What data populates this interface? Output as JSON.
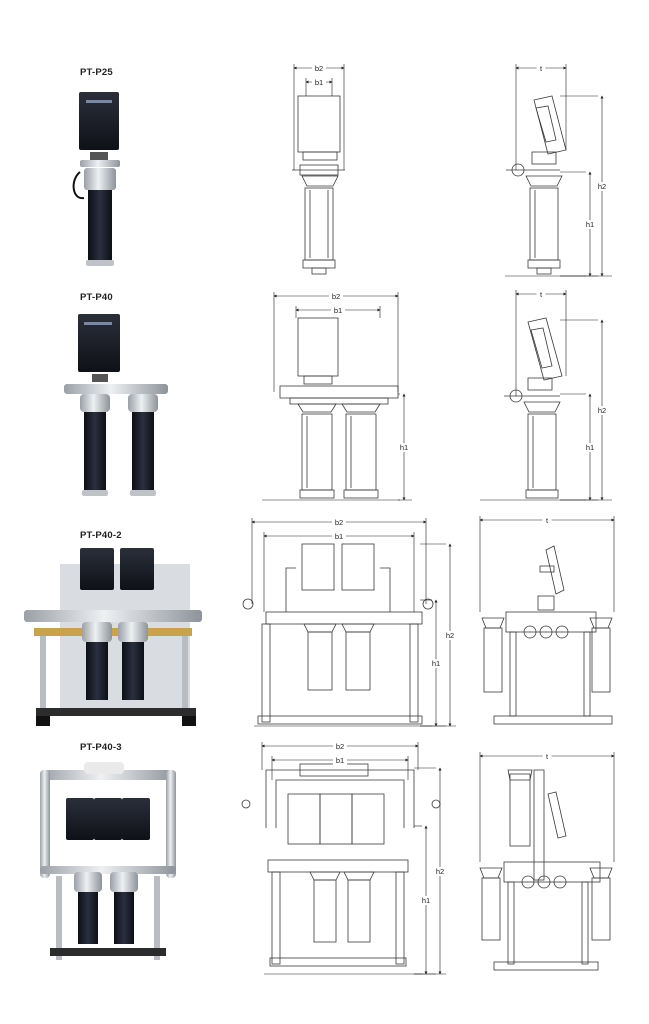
{
  "models": [
    {
      "name": "PT-P25",
      "front_dims": [
        "b2",
        "b1"
      ],
      "side_dims": [
        "t",
        "h1",
        "h2"
      ]
    },
    {
      "name": "PT-P40",
      "front_dims": [
        "b2",
        "b1",
        "h1"
      ],
      "side_dims": [
        "t",
        "h1",
        "h2"
      ]
    },
    {
      "name": "PT-P40-2",
      "front_dims": [
        "b2",
        "b1",
        "h1",
        "h2"
      ],
      "side_dims": [
        "t"
      ]
    },
    {
      "name": "PT-P40-3",
      "front_dims": [
        "b2",
        "b1",
        "h1",
        "h2"
      ],
      "side_dims": [
        "t"
      ]
    }
  ],
  "colors": {
    "line": "#3a3a3a",
    "dim": "#222222",
    "photo_dark": "#1b1f2b",
    "photo_metal": "#c9cdd2"
  }
}
